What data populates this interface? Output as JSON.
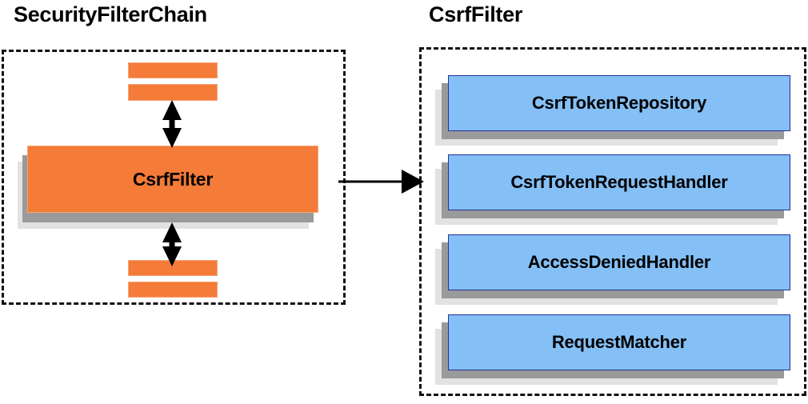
{
  "diagram": {
    "title_left": "SecurityFilterChain",
    "title_right": "CsrfFilter",
    "colors": {
      "orange_fill": "#f47b38",
      "orange_border": "#f7a477",
      "blue_fill": "#84bff5",
      "blue_border": "#26309c",
      "shadow_near": "#9a9a9a",
      "shadow_far": "#e2e2e2",
      "outline": "#111111",
      "text": "#000000"
    }
  },
  "left_panel": {
    "title": "SecurityFilterChain",
    "filter_box": {
      "label": "CsrfFilter"
    },
    "top_bars": [
      {
        "label": ""
      },
      {
        "label": ""
      }
    ],
    "bottom_bars": [
      {
        "label": ""
      },
      {
        "label": ""
      }
    ],
    "arrows": {
      "upper": "double-headed-vertical-arrow",
      "lower": "double-headed-vertical-arrow"
    }
  },
  "connector": {
    "name": "csrffilter-expand-arrow",
    "direction": "left-to-right"
  },
  "right_panel": {
    "title": "CsrfFilter",
    "components": [
      {
        "label": "CsrfTokenRepository"
      },
      {
        "label": "CsrfTokenRequestHandler"
      },
      {
        "label": "AccessDeniedHandler"
      },
      {
        "label": "RequestMatcher"
      }
    ]
  }
}
